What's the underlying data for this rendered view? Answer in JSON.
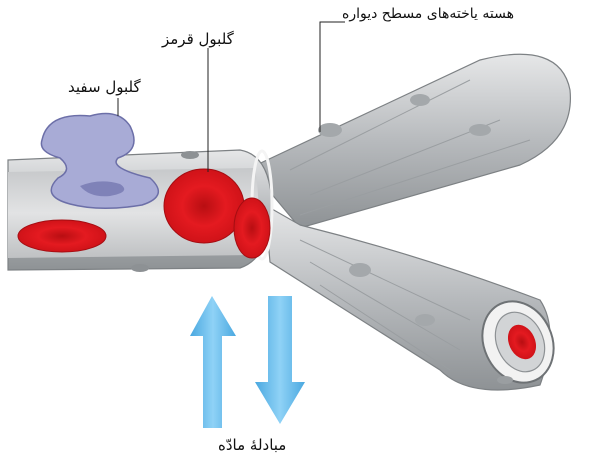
{
  "labels": {
    "nucleus": "هسته یاخته‌های مسطح دیواره",
    "red_cell": "گلبول قرمز",
    "white_cell": "گلبول سفید",
    "exchange": "مبادلهٔ مادّه"
  },
  "colors": {
    "vessel_wall": "#b9bcbe",
    "vessel_shadow": "#8d9194",
    "lumen": "#d4d6d8",
    "red_cell": "#e0141b",
    "white_cell": "#a6a9d4",
    "arrow": "#5cb8ec"
  }
}
